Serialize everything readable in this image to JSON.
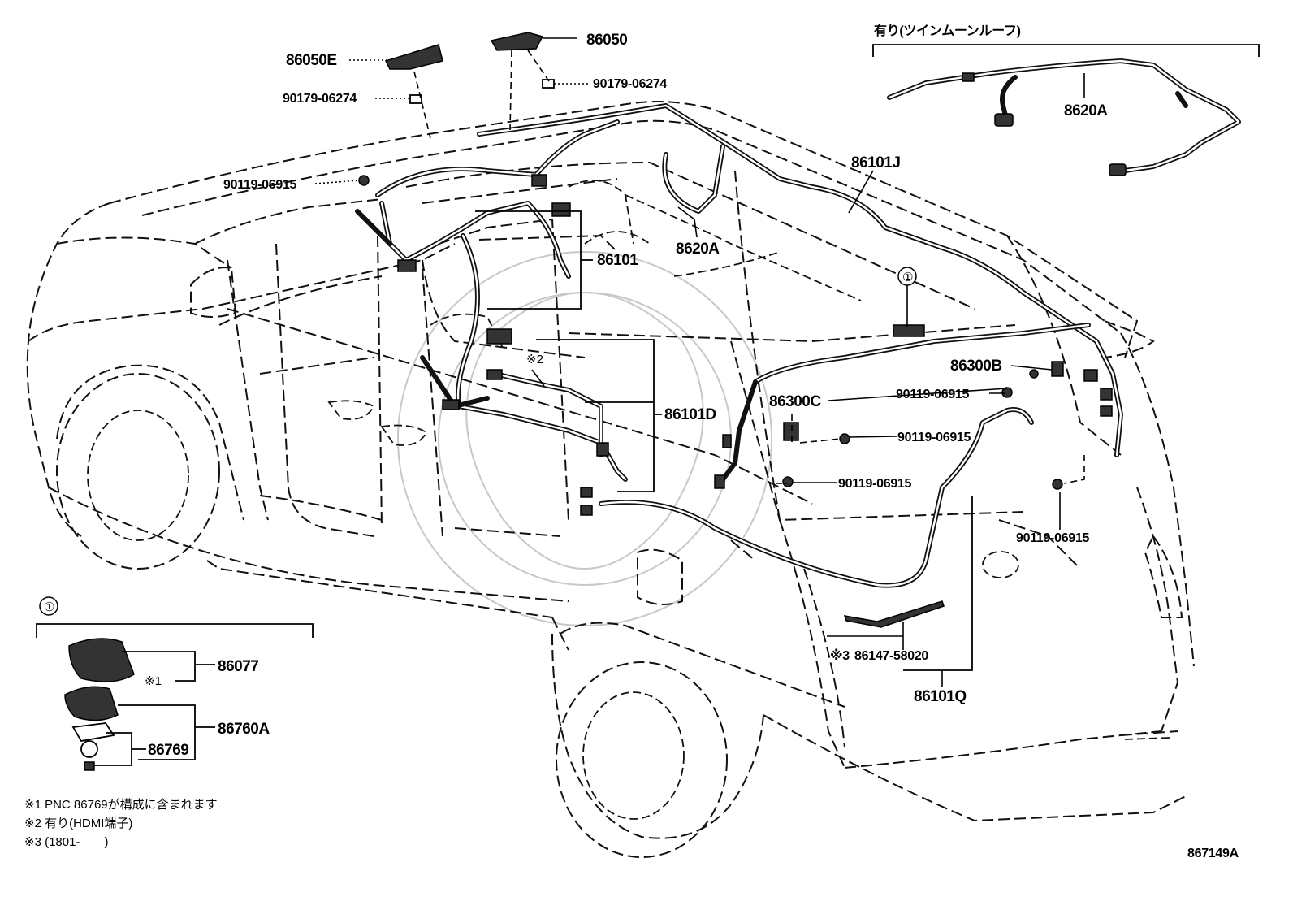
{
  "diagram_id": "867149A",
  "option_label": "有り(ツインムーンルーフ)",
  "circle_ref": "①",
  "parts": {
    "p86050E": "86050E",
    "p86050": "86050",
    "p90179_left": "90179-06274",
    "p90179_right": "90179-06274",
    "p90119_top": "90119-06915",
    "p8620A_right": "8620A",
    "p8620A_center": "8620A",
    "p86101J": "86101J",
    "p86101": "86101",
    "p86101D": "86101D",
    "p86300B": "86300B",
    "p86300C": "86300C",
    "p90119_r1": "90119-06915",
    "p90119_r2": "90119-06915",
    "p90119_r3": "90119-06915",
    "p90119_r4": "90119-06915",
    "p86147": "86147-58020",
    "p86147_mark": "※3",
    "p86101Q": "86101Q",
    "note2_mark": "※2",
    "p86077": "86077",
    "p86077_mark": "※1",
    "p86760A": "86760A",
    "p86769": "86769"
  },
  "notes": [
    "※1 PNC 86769が構成に含まれます",
    "※2 有り(HDMI端子)",
    "※3 (1801-　　)"
  ]
}
